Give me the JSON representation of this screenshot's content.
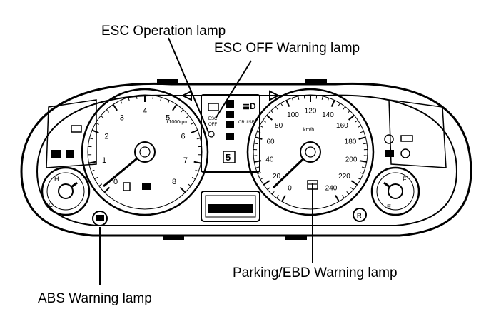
{
  "labels": {
    "esc_operation": "ESC Operation lamp",
    "esc_off": "ESC OFF Warning lamp",
    "parking_ebd": "Parking/EBD Warning lamp",
    "abs": "ABS Warning lamp"
  },
  "tachometer": {
    "ticks": [
      "0",
      "1",
      "2",
      "3",
      "4",
      "5",
      "6",
      "7",
      "8"
    ],
    "unit": "x1000rpm"
  },
  "speedometer": {
    "ticks": [
      "0",
      "20",
      "40",
      "60",
      "80",
      "100",
      "120",
      "140",
      "160",
      "180",
      "200",
      "220",
      "240"
    ],
    "unit": "km/h"
  },
  "center_panel": {
    "gear": "5",
    "esc_off_text": "ESC\nOFF",
    "cruise_text": "CRUISE"
  },
  "temp_gauge": {
    "hot": "H",
    "cold": "C"
  },
  "fuel_gauge": {
    "full": "F",
    "empty": "E"
  },
  "colors": {
    "ink": "#000000",
    "background": "#ffffff"
  }
}
